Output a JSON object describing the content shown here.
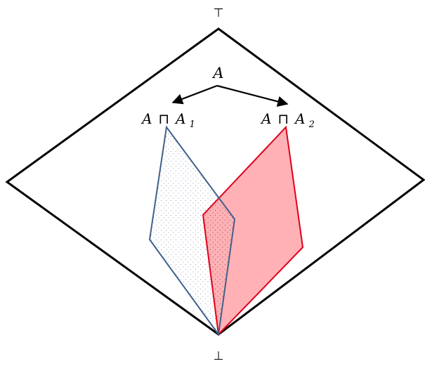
{
  "labels": {
    "top": "⊤",
    "bottom": "⊥",
    "a": "A",
    "meet_symbol": "⊓",
    "a1_var": "A",
    "a1_sub": "1",
    "a2_var": "A",
    "a2_sub": "2"
  },
  "colors": {
    "outline": "#000000",
    "blue_stroke": "#41608a",
    "blue_dots": "#7f8fa8",
    "red_stroke": "#e0001b",
    "red_fill": "#ffb1b5",
    "overlap_dots": "#8c5a60"
  }
}
